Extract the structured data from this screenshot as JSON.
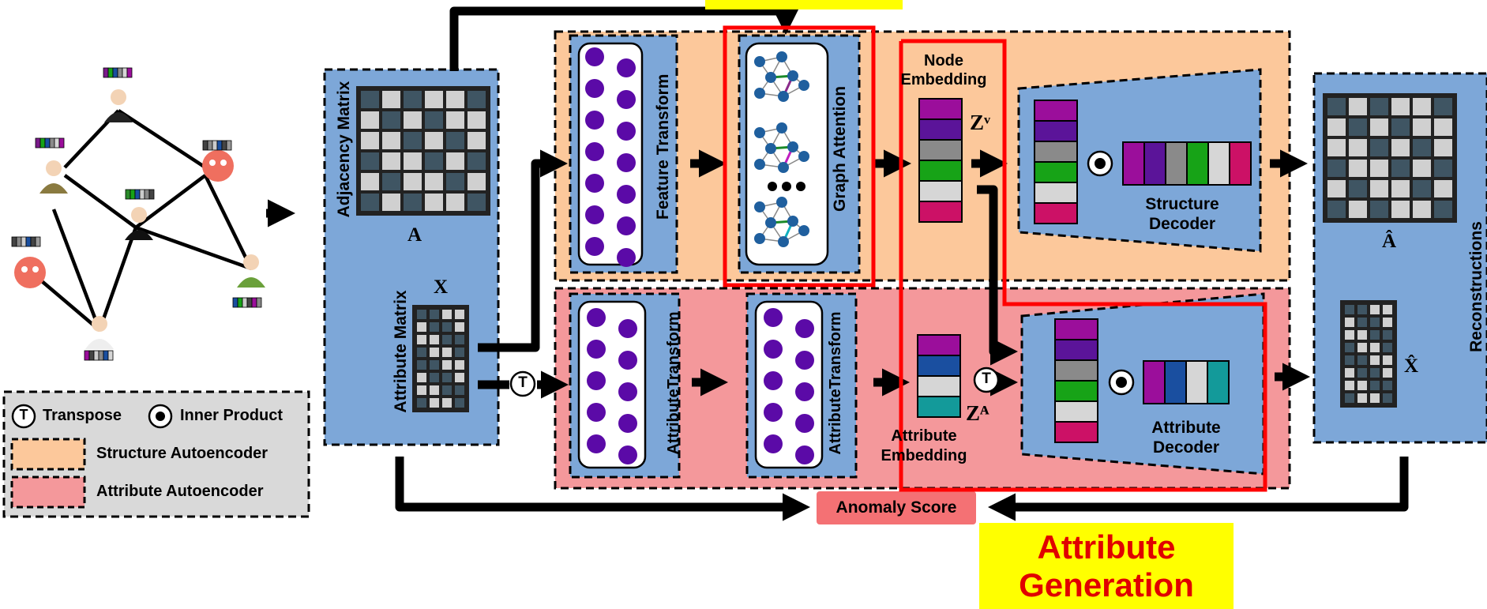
{
  "callouts": {
    "top_label": "",
    "attribute_generation": [
      "Attribute",
      "Generation"
    ]
  },
  "input_matrices": {
    "adjacency_title": "Adjacency Matrix",
    "adjacency_symbol": "A",
    "attribute_title": "Attribute Matrix",
    "attribute_symbol": "X"
  },
  "structure_branch": {
    "feature_transform": "Feature Transform",
    "graph_attention": "Graph Attention",
    "node_embedding": [
      "Node",
      "Embedding"
    ],
    "embedding_symbol": "Zᵛ",
    "decoder": [
      "Structure",
      "Decoder"
    ]
  },
  "attribute_branch": {
    "transform_1": "AttributeTransform",
    "transform_2": "AttributeTransform",
    "attribute_embedding": [
      "Attribute",
      "Embedding"
    ],
    "embedding_symbol": "Zᴬ",
    "decoder": [
      "Attribute",
      "Decoder"
    ]
  },
  "reconstructions": {
    "title": "Reconstructions",
    "adjacency_hat": "Â",
    "attribute_hat": "X̂"
  },
  "anomaly_score": "Anomaly Score",
  "transpose_glyph": "T",
  "legend": {
    "transpose": "Transpose",
    "inner_product": "Inner Product",
    "structure_ae": "Structure Autoencoder",
    "attribute_ae": "Attribute Autoencoder"
  },
  "colors": {
    "structure_bg": "#fcc89b",
    "attribute_bg": "#f4989b",
    "block_blue": "#7da7d8",
    "node_purple": "#5b0aa7",
    "graph_node_blue": "#1f5f9e",
    "highlight_red": "#ff0000",
    "callout_yellow": "#ffff00",
    "anomaly_box": "#f47174",
    "legend_bg": "#d9d9d9",
    "matrix_dark": "#3f5563",
    "matrix_light": "#d0d0d0"
  }
}
